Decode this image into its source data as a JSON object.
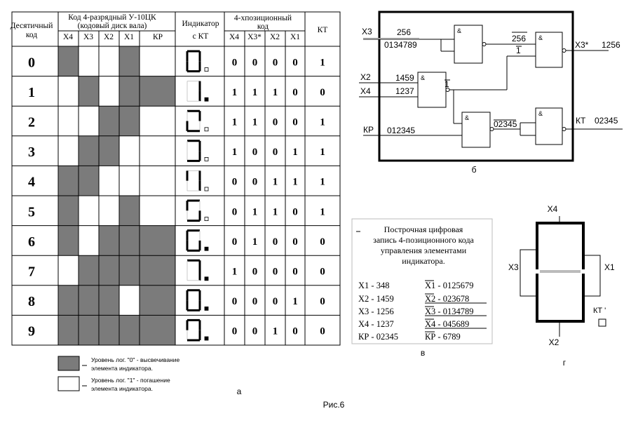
{
  "table": {
    "header": {
      "decimal": [
        "Десятичный",
        "код"
      ],
      "code_title": [
        "Код 4-разрядный У-10ЦК",
        "(кодовый диск вала)"
      ],
      "code_cols": [
        "X4",
        "X3",
        "X2",
        "X1",
        "КР"
      ],
      "indicator": [
        "Индикатор",
        "с  КТ"
      ],
      "pos_title": [
        "4-хпозиционный",
        "код"
      ],
      "pos_cols": [
        "X4",
        "X3*",
        "X2",
        "X1"
      ],
      "kt": "КТ"
    },
    "rows": [
      {
        "digit": "0",
        "shaded": [
          1,
          0,
          0,
          1,
          0
        ],
        "pos": [
          "0",
          "0",
          "0",
          "0"
        ],
        "kt": "1"
      },
      {
        "digit": "1",
        "shaded": [
          0,
          1,
          0,
          1,
          1
        ],
        "pos": [
          "1",
          "1",
          "1",
          "0"
        ],
        "kt": "0"
      },
      {
        "digit": "2",
        "shaded": [
          0,
          0,
          1,
          1,
          0
        ],
        "pos": [
          "1",
          "1",
          "0",
          "0"
        ],
        "kt": "1"
      },
      {
        "digit": "3",
        "shaded": [
          0,
          1,
          1,
          0,
          0
        ],
        "pos": [
          "1",
          "0",
          "0",
          "1"
        ],
        "kt": "1"
      },
      {
        "digit": "4",
        "shaded": [
          1,
          1,
          0,
          0,
          0
        ],
        "pos": [
          "0",
          "0",
          "1",
          "1"
        ],
        "kt": "1"
      },
      {
        "digit": "5",
        "shaded": [
          1,
          0,
          0,
          1,
          0
        ],
        "pos": [
          "0",
          "1",
          "1",
          "0"
        ],
        "kt": "1"
      },
      {
        "digit": "6",
        "shaded": [
          1,
          0,
          1,
          1,
          1
        ],
        "pos": [
          "0",
          "1",
          "0",
          "0"
        ],
        "kt": "0"
      },
      {
        "digit": "7",
        "shaded": [
          0,
          1,
          1,
          1,
          1
        ],
        "pos": [
          "1",
          "0",
          "0",
          "0"
        ],
        "kt": "0"
      },
      {
        "digit": "8",
        "shaded": [
          1,
          1,
          1,
          0,
          1
        ],
        "pos": [
          "0",
          "0",
          "0",
          "1"
        ],
        "kt": "0"
      },
      {
        "digit": "9",
        "shaded": [
          1,
          1,
          1,
          1,
          1
        ],
        "pos": [
          "0",
          "0",
          "1",
          "0"
        ],
        "kt": "0"
      }
    ]
  },
  "legend": {
    "dark": [
      "Уровень лог. \"0\" - высвечивание",
      "элемента индикатора."
    ],
    "light": [
      "Уровень лог. \"1\" - погашение",
      "элемента  индикатора."
    ]
  },
  "circuit": {
    "inputs": [
      {
        "name": "X3",
        "sub_top": "256",
        "sub_bottom": "0134789"
      },
      {
        "name": "X2",
        "sub": "1459"
      },
      {
        "name": "X4",
        "sub": "1237"
      },
      {
        "name": "КР",
        "sub": "012345"
      }
    ],
    "gate_symbol": "&",
    "wire_labels": [
      "256",
      "1",
      "1",
      "02345"
    ],
    "outputs": [
      {
        "name": "X3*",
        "value": "1256"
      },
      {
        "name": "КТ",
        "value": "02345"
      }
    ]
  },
  "notation": {
    "title": [
      "Построчная цифровая",
      "запись 4-позиционного кода",
      "управления элементами",
      "индикатора."
    ],
    "left": [
      "X1 - 348",
      "X2 - 1459",
      "X3 - 1256",
      "X4 - 1237",
      "КР - 02345"
    ],
    "right": [
      "X1 - 0125679",
      "X2 - 023678",
      "X3 - 0134789",
      "X4 - 045689",
      "КР - 6789"
    ]
  },
  "segment": {
    "labels": [
      "X4",
      "X3",
      "X1",
      "X2"
    ],
    "kt": "КТ '"
  },
  "captions": {
    "a": "а",
    "b": "б",
    "v": "в",
    "g": "г",
    "figure": "Рис.6"
  },
  "colors": {
    "shade": "#7b7b7b",
    "line": "#000000",
    "gap": "#bbbbbb",
    "connector": "#999999"
  }
}
